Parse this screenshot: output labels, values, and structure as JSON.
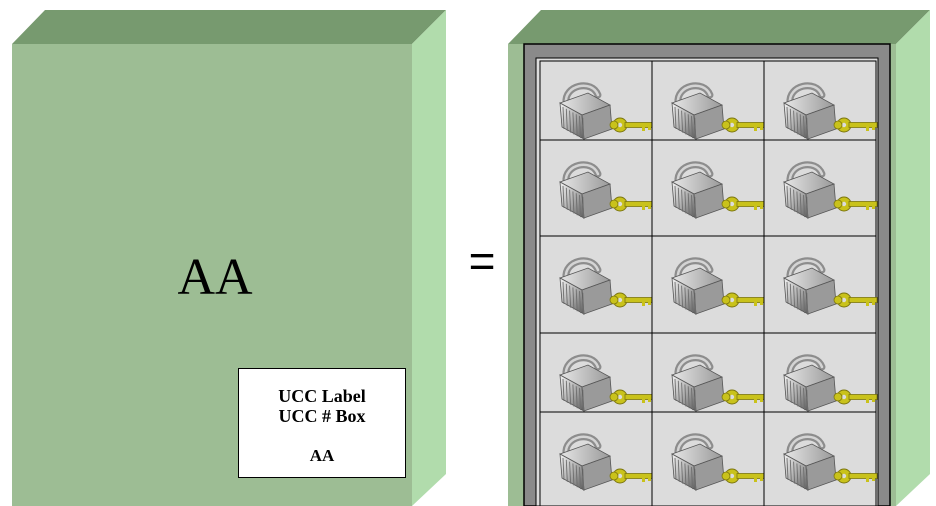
{
  "carton_label": "AA",
  "equals_sign": "=",
  "ucc_label": {
    "line1": "UCC Label",
    "line2": "UCC # Box",
    "line3": "AA"
  },
  "colors": {
    "carton_front": "#9dbd94",
    "carton_top": "#779a6f",
    "carton_side": "#b1dcac",
    "tray_frame": "#8a8a8a",
    "cell_background": "#dcdcdc",
    "key_color": "#c9c21b"
  },
  "grid": {
    "rows": 5,
    "columns": 3,
    "item_icon": "padlock-with-key-icon"
  }
}
